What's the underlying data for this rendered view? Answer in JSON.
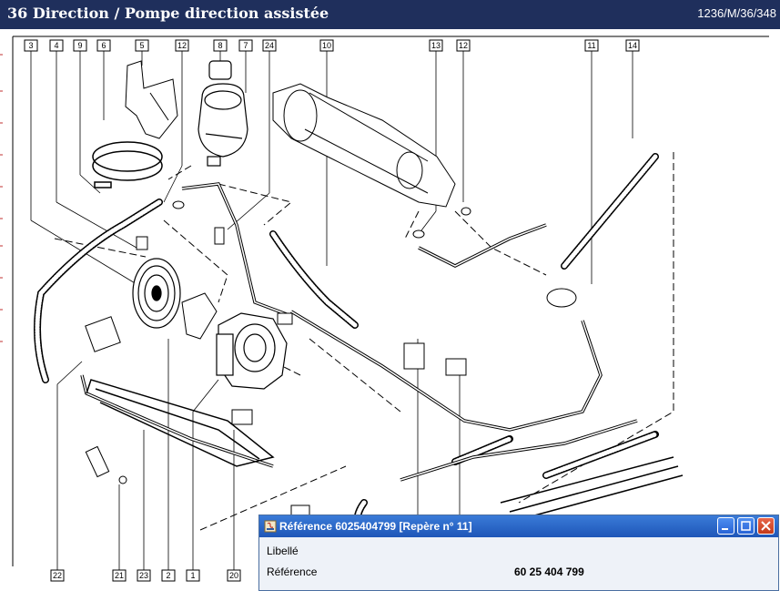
{
  "header": {
    "title": "36 Direction / Pompe direction assistée",
    "code": "1236/M/36/348"
  },
  "diagram": {
    "callouts_top": [
      "3",
      "4",
      "9",
      "6",
      "5",
      "12",
      "8",
      "7",
      "24",
      "10",
      "13",
      "12",
      "11",
      "14"
    ],
    "callouts_bottom": [
      "22",
      "21",
      "23",
      "2",
      "1",
      "20"
    ]
  },
  "popup": {
    "title": "Référence 6025404799 [Repère n° 11]",
    "rows": [
      {
        "label": "Libellé",
        "value": ""
      },
      {
        "label": "Référence",
        "value": "60 25 404 799"
      }
    ]
  },
  "colors": {
    "header_bg": "#1f2f5c",
    "popup_titlebar": "#2563c9",
    "popup_bg": "#eef2f8",
    "close_button": "#d9502d"
  }
}
